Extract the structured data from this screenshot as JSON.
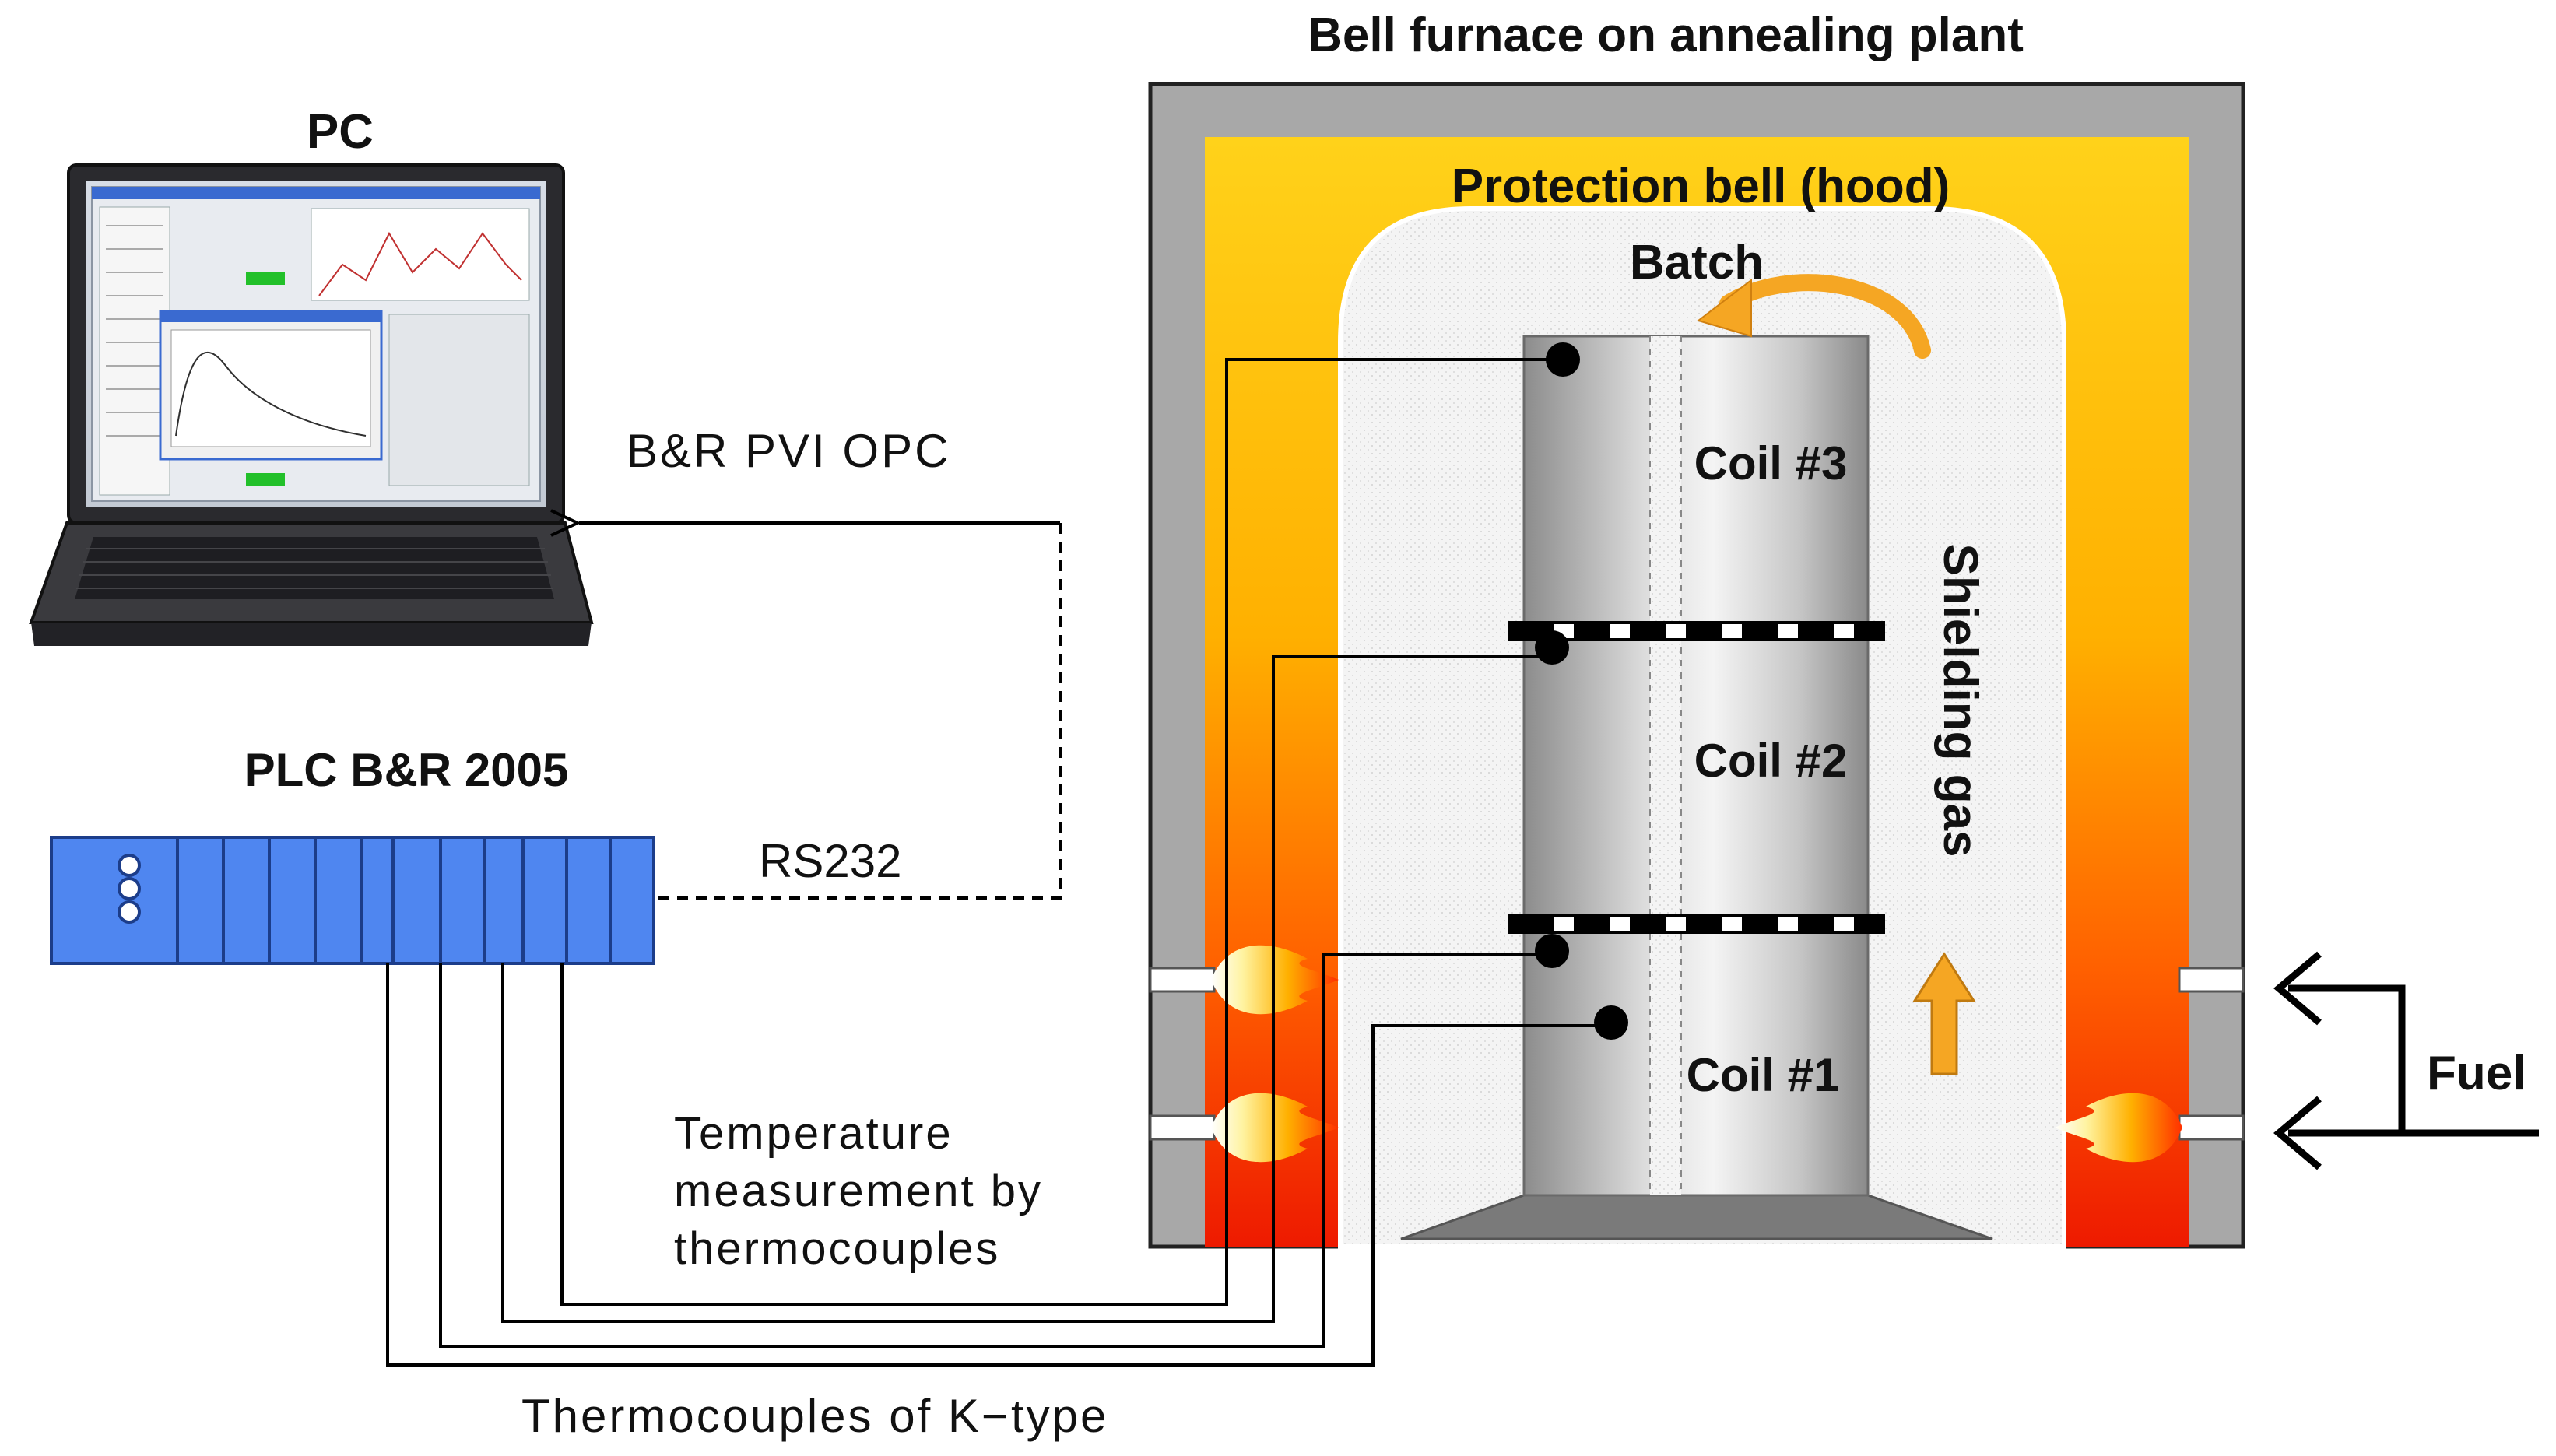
{
  "labels": {
    "pc": "PC",
    "opc_link": "B&R PVI OPC",
    "plc": "PLC B&R 2005",
    "rs232": "RS232",
    "temp_line1": "Temperature",
    "temp_line2": "measurement by",
    "temp_line3": "thermocouples",
    "thermocouples_k": "Thermocouples of K−type",
    "furnace_title": "Bell furnace on annealing plant",
    "hood": "Protection bell (hood)",
    "batch": "Batch",
    "coil3": "Coil #3",
    "coil2": "Coil #2",
    "coil1": "Coil #1",
    "shielding_gas": "Shielding gas",
    "fuel": "Fuel"
  },
  "colors": {
    "plc_blue": "#4f86f0",
    "furnace_wall": "#a8a8a8",
    "flame_yellow": "#ffc000",
    "flame_red": "#f02000",
    "hood_fill": "#f4f4f4",
    "arrow_orange": "#f5a623"
  }
}
